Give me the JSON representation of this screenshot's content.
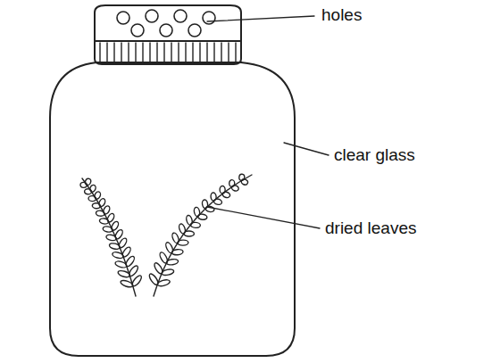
{
  "diagram": {
    "labels": [
      "holes",
      "clear glass",
      "dried leaves"
    ]
  }
}
